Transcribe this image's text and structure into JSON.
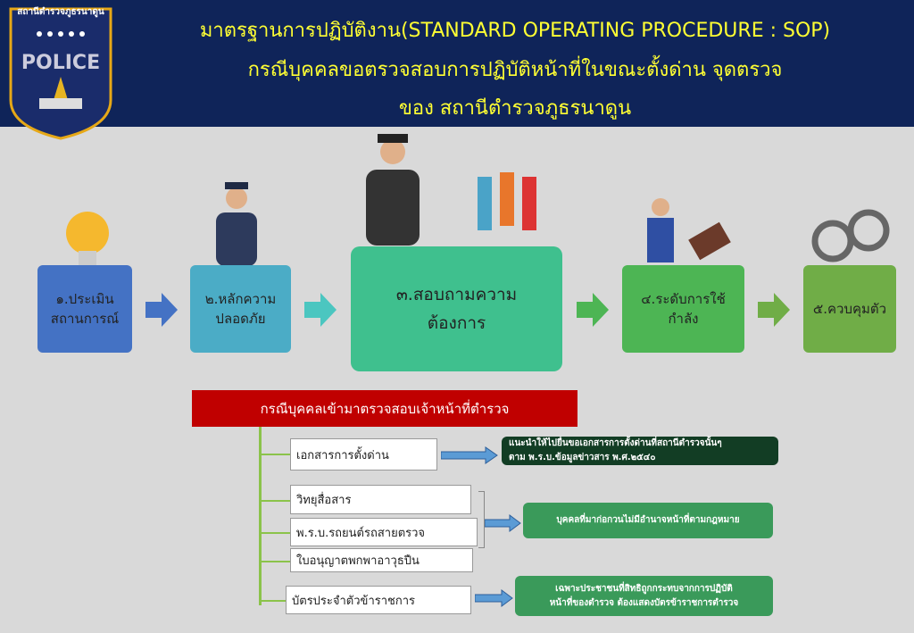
{
  "header": {
    "station_logo_text": "สถานีตำรวจภูธรนาดูน",
    "logo_word": "POLICE",
    "title_line1": "มาตรฐานการปฏิบัติงาน(STANDARD OPERATING PROCEDURE : SOP)",
    "title_line2": "กรณีบุคคลขอตรวจสอบการปฏิบัติหน้าที่ในขณะตั้งด่าน จุดตรวจ",
    "title_line3": "ของ สถานีตำรวจภูธรนาดูน"
  },
  "steps": [
    {
      "line1": "๑.ประเมิน",
      "line2": "สถานการณ์",
      "color": "#4472c4"
    },
    {
      "line1": "๒.หลักความ",
      "line2": "ปลอดภัย",
      "color": "#4bacc6"
    },
    {
      "line1": "๓.สอบถามความ",
      "line2": "ต้องการ",
      "color": "#3fc08e"
    },
    {
      "line1": "๔.ระดับการใช้",
      "line2": "กำลัง",
      "color": "#4db554"
    },
    {
      "line1": "๕.ควบคุมตัว",
      "line2": "",
      "color": "#70ad47"
    }
  ],
  "banner": "กรณีบุคคลเข้ามาตรวจสอบเจ้าหน้าที่ตำรวจ",
  "items": [
    "เอกสารการตั้งด่าน",
    "วิทยุสื่อสาร",
    "พ.ร.บ.รถยนต์รถสายตรวจ",
    "ใบอนุญาตพกพาอาวุธปืน",
    "บัตรประจำตัวข้าราชการ"
  ],
  "outcomes": [
    {
      "line1": "แนะนำให้ไปยื่นขอเอกสารการตั้งด่านที่สถานีตำรวจนั้นๆ",
      "line2": "ตาม พ.ร.บ.ข้อมูลข่าวสาร พ.ศ.๒๕๔๐"
    },
    {
      "line1": "บุคคลที่มาก่อกวนไม่มีอำนาจหน้าที่ตามกฎหมาย",
      "line2": ""
    },
    {
      "line1": "เฉพาะประชาชนที่สิทธิถูกกระทบจากการปฏิบัติ",
      "line2": "หน้าที่ของตำรวจ ต้องแสดงบัตรข้าราชการตำรวจ"
    }
  ]
}
